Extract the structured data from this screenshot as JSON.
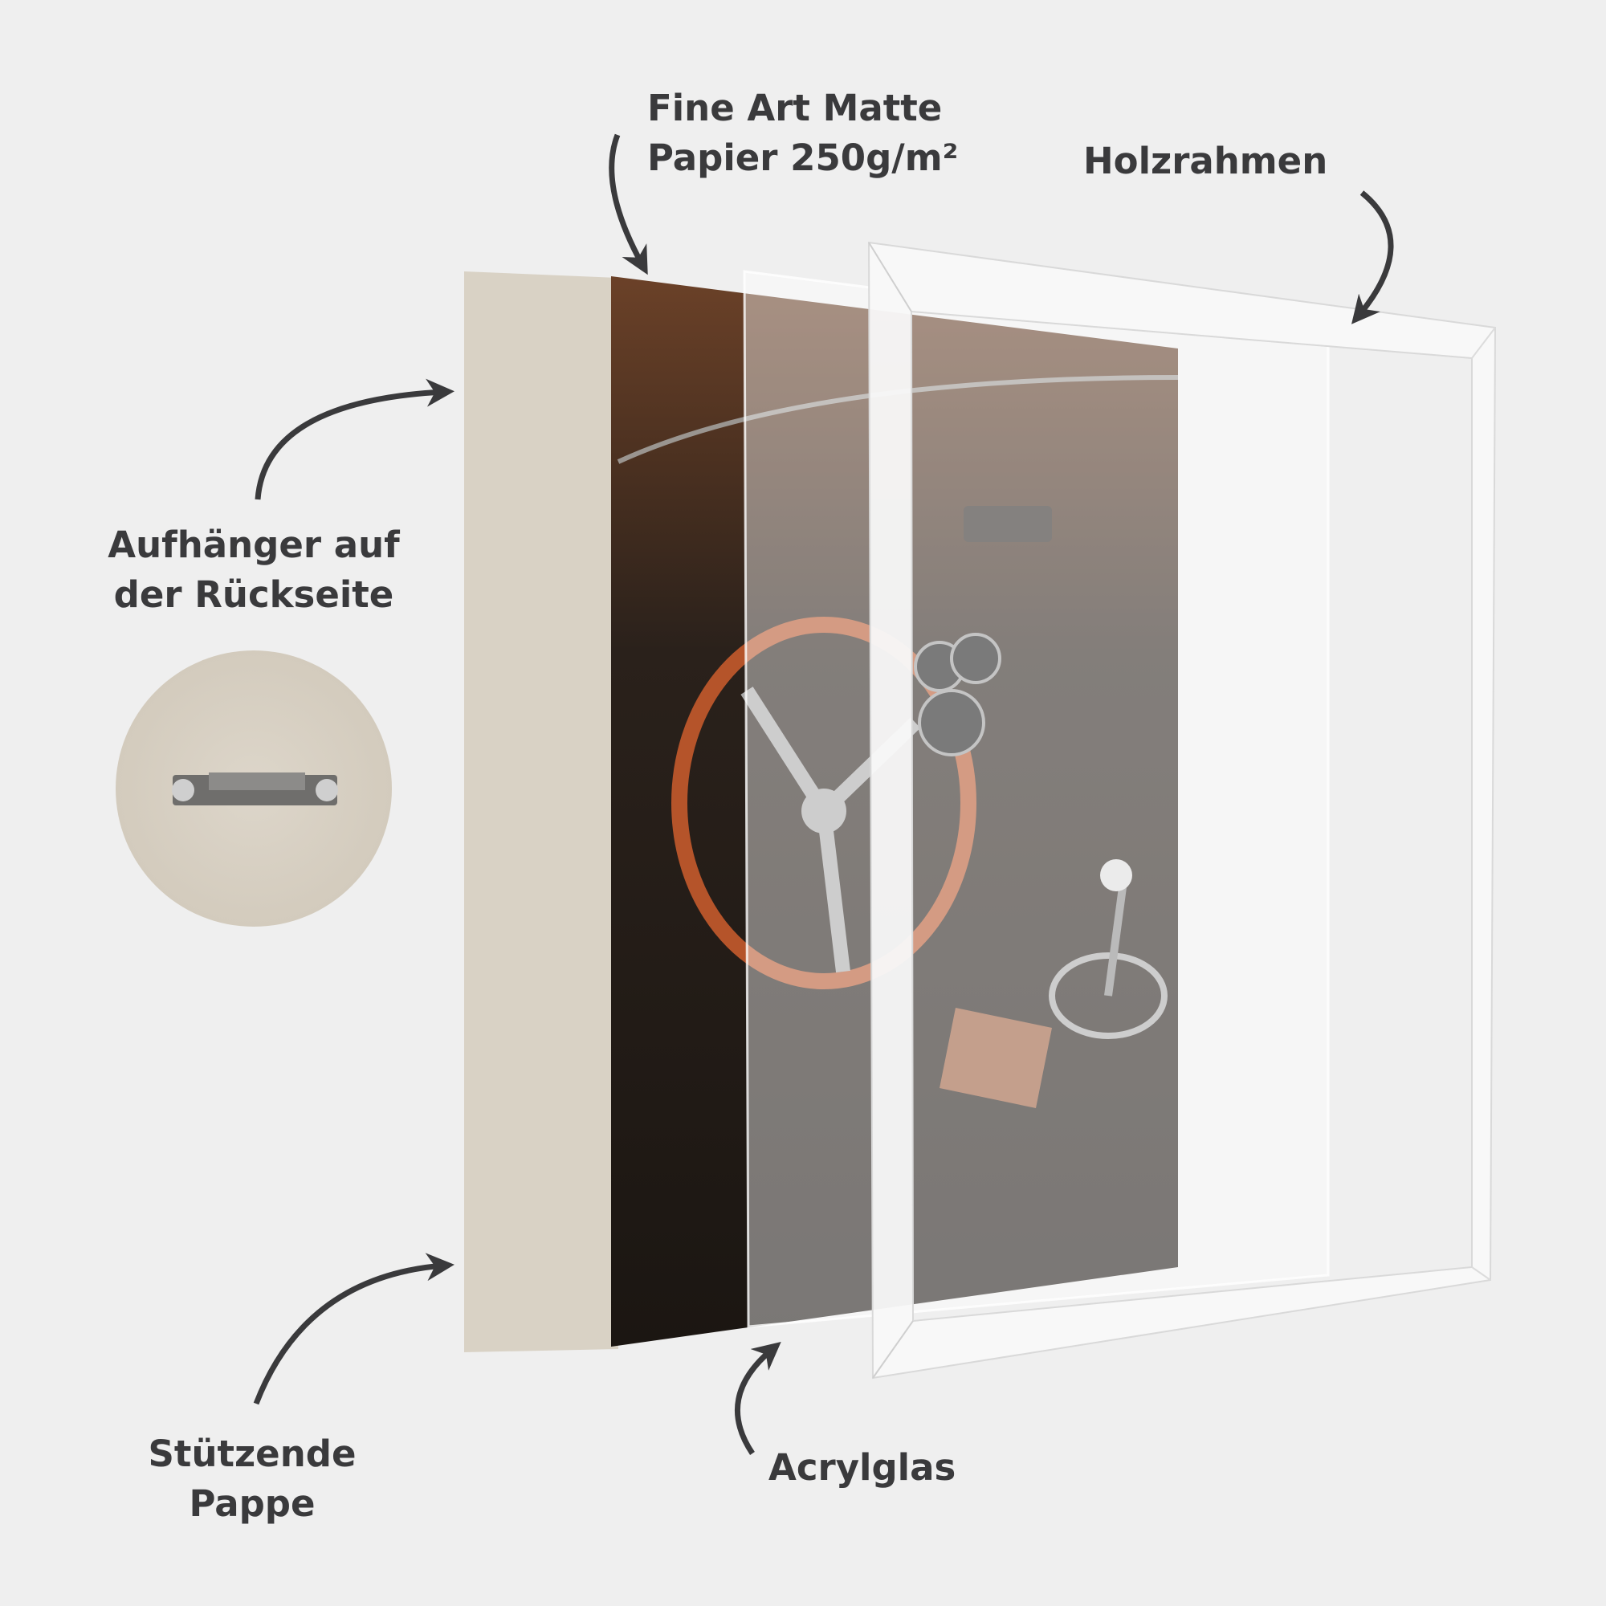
{
  "labels": {
    "paper": {
      "line1": "Fine Art Matte",
      "line2": "Papier 250g/m²"
    },
    "frame": "Holzrahmen",
    "hanger": {
      "line1": "Aufhänger auf",
      "line2": "der Rückseite"
    },
    "backing": {
      "line1": "Stützende",
      "line2": "Pappe"
    },
    "acrylic": "Acrylglas"
  },
  "colors": {
    "background": "#efefef",
    "text": "#3a3a3c",
    "cardboard": "#d9d2c5",
    "photo_dark": "#1e1814",
    "photo_brown": "#6b4128",
    "steering_wheel": "#b5542a",
    "frame": "#f7f7f7"
  }
}
